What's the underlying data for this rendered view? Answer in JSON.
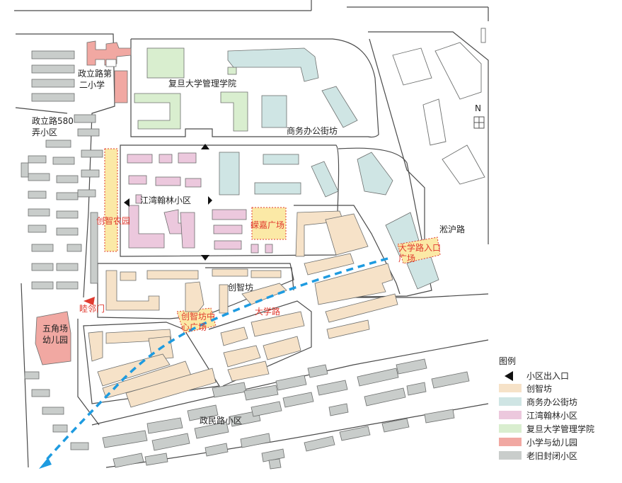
{
  "colors": {
    "czf": "#f6e2c8",
    "biz": "#cfe5e4",
    "jw": "#ecc8dd",
    "fudan": "#d9eecf",
    "school": "#f1a8a2",
    "old": "#c9cdcb",
    "plaza": "#fbe9a6",
    "red_label": "#e03a2f",
    "route": "#1e9be0"
  },
  "labels": {
    "zhengli_school": [
      "政立路第",
      "二小学"
    ],
    "fudan": "复旦大学管理学院",
    "biz_street": "商务办公街坊",
    "zhengli580": [
      "政立路580",
      "弄小区"
    ],
    "jiangwan": "江湾翰林小区",
    "songhu_rd": "淞沪路",
    "chuangzhifang": "创智坊",
    "zhengmin": "政民路小区",
    "wujiaochang_kg": [
      "五角场",
      "幼儿园"
    ],
    "north": "N"
  },
  "red_labels": {
    "czy": "创智农园",
    "rongjia": "嵘嘉广场",
    "daxuelu_plaza": [
      "大学路入口",
      "广场"
    ],
    "czf_center": [
      "创智坊中",
      "心广场"
    ],
    "daxuelu": "大学路",
    "mulinmen": "睦邻门"
  },
  "legend": {
    "title": "图例",
    "items": [
      {
        "key": "entrance",
        "label": "小区出入口",
        "icon": "entrance-arrow-icon"
      },
      {
        "key": "czf",
        "label": "创智坊",
        "color": "#f6e2c8"
      },
      {
        "key": "biz",
        "label": "商务办公街坊",
        "color": "#cfe5e4"
      },
      {
        "key": "jw",
        "label": "江湾翰林小区",
        "color": "#ecc8dd"
      },
      {
        "key": "fudan",
        "label": "复旦大学管理学院",
        "color": "#d9eecf"
      },
      {
        "key": "school",
        "label": "小学与幼儿园",
        "color": "#f1a8a2"
      },
      {
        "key": "old",
        "label": "老旧封闭小区",
        "color": "#c9cdcb"
      }
    ]
  }
}
